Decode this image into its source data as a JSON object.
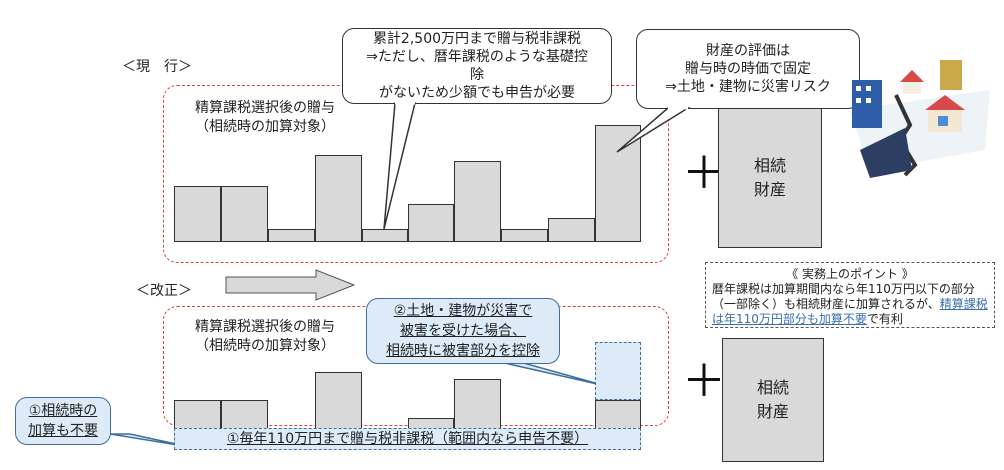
{
  "current_label": "＜現　行＞",
  "reform_label": "＜改正＞",
  "gift_caption": "精算課税選択後の贈与\n（相続時の加算対象）",
  "estate_label": "相続\n財産",
  "plus_sign": "＋",
  "callout_cumulative": "累計2,500万円まで贈与税非課税\n⇒ただし、暦年課税のような基礎控\n除\nがないため少額でも申告が必要",
  "callout_valuation": "財産の評価は\n贈与時の時価で固定\n⇒土地・建物に災害リスク",
  "callout_disaster": "②土地・建物が災害で\n被害を受けた場合、\n相続時に被害部分を控除",
  "callout_no_addition": "①相続時の\n加算も不要",
  "annual_exemption_band": "①毎年110万円まで贈与税非課税（範囲内なら申告不要）",
  "practical_point": {
    "title": "《 実務上のポイント 》",
    "body": "暦年課税は加算期間内なら年110万円以下の部分（一部除く）も相続財産に加算されるが、",
    "highlight": "精算課税は年110万円部分も加算不要",
    "tail": "で有利"
  },
  "colors": {
    "dashed_red": "#e04040",
    "bar_fill": "#d9d9d9",
    "blue_fill": "#dcebf7",
    "blue_border": "#3e6f9e"
  }
}
